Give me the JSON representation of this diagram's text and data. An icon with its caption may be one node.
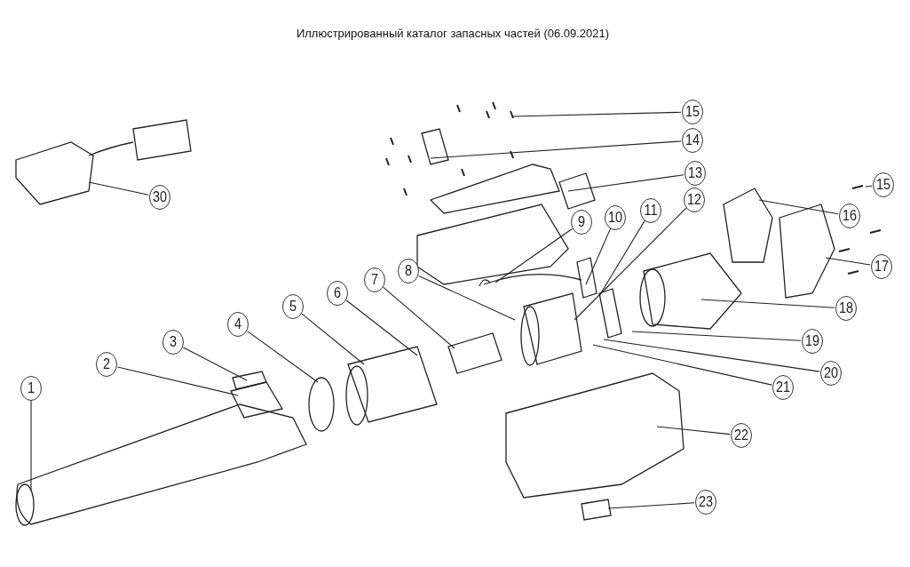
{
  "diagram": {
    "title": "Иллюстрированный каталог запасных частей (06.09.2021)",
    "nodes": [
      {
        "text": [
          "15"
        ]
      },
      {
        "text": [
          "14"
        ]
      },
      {
        "text": [
          "13"
        ]
      },
      {
        "text": [
          "30"
        ]
      },
      {
        "text": [
          "15"
        ]
      },
      {
        "text": [
          "16"
        ]
      },
      {
        "text": [
          "12"
        ]
      },
      {
        "text": [
          "11"
        ]
      },
      {
        "text": [
          "10"
        ]
      },
      {
        "text": [
          "9"
        ]
      },
      {
        "text": [
          "17"
        ]
      },
      {
        "text": [
          "8"
        ]
      },
      {
        "text": [
          "7"
        ]
      },
      {
        "text": [
          "6"
        ]
      },
      {
        "text": [
          "18"
        ]
      },
      {
        "text": [
          "5"
        ]
      },
      {
        "text": [
          "4"
        ]
      },
      {
        "text": [
          "19"
        ]
      },
      {
        "text": [
          "3"
        ]
      },
      {
        "text": [
          "2"
        ]
      },
      {
        "text": [
          "20"
        ]
      },
      {
        "text": [
          "21"
        ]
      },
      {
        "text": [
          "1"
        ]
      },
      {
        "text": [
          "22"
        ]
      },
      {
        "text": [
          "23"
        ]
      }
    ],
    "edges": [
      {
        "from": 0,
        "to": null,
        "arrow": "none"
      },
      {
        "from": 1,
        "to": null,
        "arrow": "none"
      },
      {
        "from": 2,
        "to": null,
        "arrow": "none"
      },
      {
        "from": 3,
        "to": null,
        "arrow": "none"
      },
      {
        "from": 4,
        "to": null,
        "arrow": "none"
      },
      {
        "from": 5,
        "to": null,
        "arrow": "none"
      },
      {
        "from": 6,
        "to": null,
        "arrow": "none"
      },
      {
        "from": 7,
        "to": null,
        "arrow": "none"
      },
      {
        "from": 8,
        "to": null,
        "arrow": "none"
      },
      {
        "from": 9,
        "to": null,
        "arrow": "none"
      },
      {
        "from": 10,
        "to": null,
        "arrow": "none"
      },
      {
        "from": 11,
        "to": null,
        "arrow": "none"
      },
      {
        "from": 12,
        "to": null,
        "arrow": "none"
      },
      {
        "from": 13,
        "to": null,
        "arrow": "none"
      },
      {
        "from": 14,
        "to": null,
        "arrow": "none"
      },
      {
        "from": 15,
        "to": null,
        "arrow": "none"
      },
      {
        "from": 16,
        "to": null,
        "arrow": "none"
      },
      {
        "from": 17,
        "to": null,
        "arrow": "none"
      },
      {
        "from": 18,
        "to": null,
        "arrow": "none"
      },
      {
        "from": 19,
        "to": null,
        "arrow": "none"
      },
      {
        "from": 20,
        "to": null,
        "arrow": "none"
      },
      {
        "from": 21,
        "to": null,
        "arrow": "none"
      },
      {
        "from": 22,
        "to": null,
        "arrow": "none"
      },
      {
        "from": 23,
        "to": null,
        "arrow": "none"
      },
      {
        "from": 24,
        "to": null,
        "arrow": "none"
      }
    ]
  }
}
